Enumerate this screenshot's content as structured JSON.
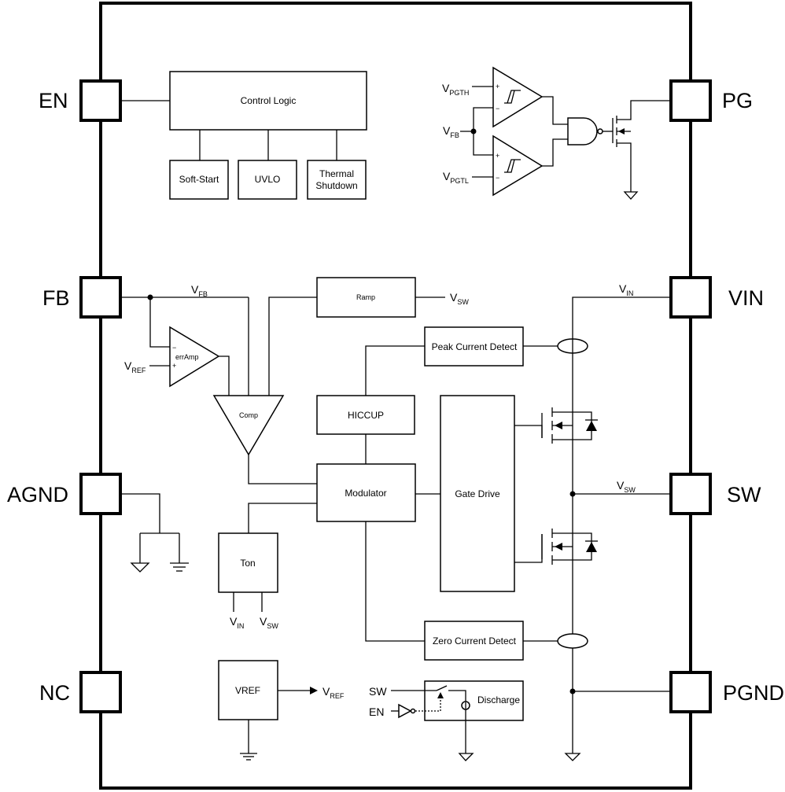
{
  "pins": {
    "en": "EN",
    "fb": "FB",
    "agnd": "AGND",
    "nc": "NC",
    "pg": "PG",
    "vin": "VIN",
    "sw": "SW",
    "pgnd": "PGND"
  },
  "blocks": {
    "control_logic": "Control Logic",
    "soft_start": "Soft-Start",
    "uvlo": "UVLO",
    "thermal_1": "Thermal",
    "thermal_2": "Shutdown",
    "ramp": "Ramp",
    "peak_current": "Peak Current Detect",
    "err_amp": "errAmp",
    "comp": "Comp",
    "hiccup": "HICCUP",
    "modulator": "Modulator",
    "gate_drive": "Gate Drive",
    "ton": "Ton",
    "zero_current": "Zero Current Detect",
    "vref": "VREF",
    "discharge": "Discharge"
  },
  "signals": {
    "v": "V",
    "fb_sub": "FB",
    "ref_sub": "REF",
    "sw_sub": "SW",
    "in_sub": "IN",
    "pgth_sub": "PGTH",
    "pgtl_sub": "PGTL",
    "sw_text": "SW",
    "en_text": "EN",
    "plus": "+",
    "minus": "−"
  }
}
